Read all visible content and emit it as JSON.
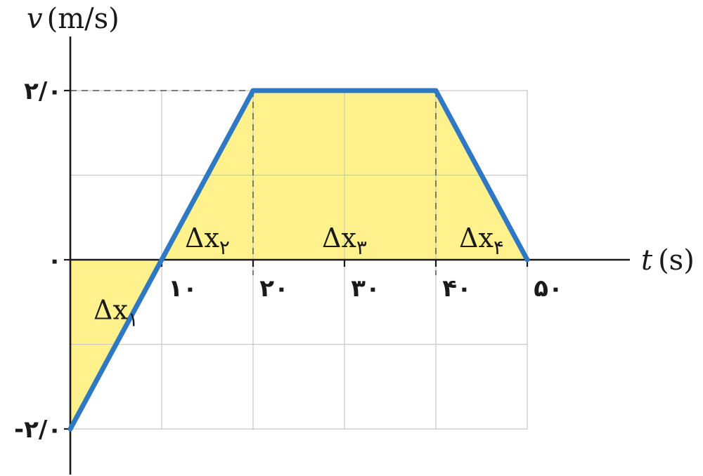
{
  "chart_data": {
    "type": "line",
    "x": [
      0,
      10,
      20,
      40,
      50
    ],
    "y": [
      -2.0,
      0,
      2.0,
      2.0,
      0
    ],
    "xlim": [
      0,
      50
    ],
    "ylim": [
      -2.0,
      2.0
    ],
    "x_ticks": [
      10,
      20,
      30,
      40,
      50
    ],
    "x_tick_labels": [
      "۱۰",
      "۲۰",
      "۳۰",
      "۴۰",
      "۵۰"
    ],
    "y_ticks": [
      -2.0,
      0,
      2.0
    ],
    "y_tick_labels": [
      "-۲/۰",
      "۰",
      "۲/۰"
    ],
    "grid": true,
    "shaded_area": true,
    "x_axis": {
      "symbol": "t",
      "unit": "(s)"
    },
    "y_axis": {
      "symbol": "v",
      "unit": "(m/s)"
    },
    "annotations": [
      {
        "text": "Δx",
        "subscript": "۱",
        "x": 5,
        "y": -0.6
      },
      {
        "text": "Δx",
        "subscript": "۲",
        "x": 15,
        "y": 0.25
      },
      {
        "text": "Δx",
        "subscript": "۳",
        "x": 30,
        "y": 0.25
      },
      {
        "text": "Δx",
        "subscript": "۴",
        "x": 45,
        "y": 0.25
      }
    ],
    "colors": {
      "line": "#2f78c4",
      "fill": "#fff18c",
      "grid": "#c8c8c8",
      "axis": "#1a1a1a"
    }
  }
}
